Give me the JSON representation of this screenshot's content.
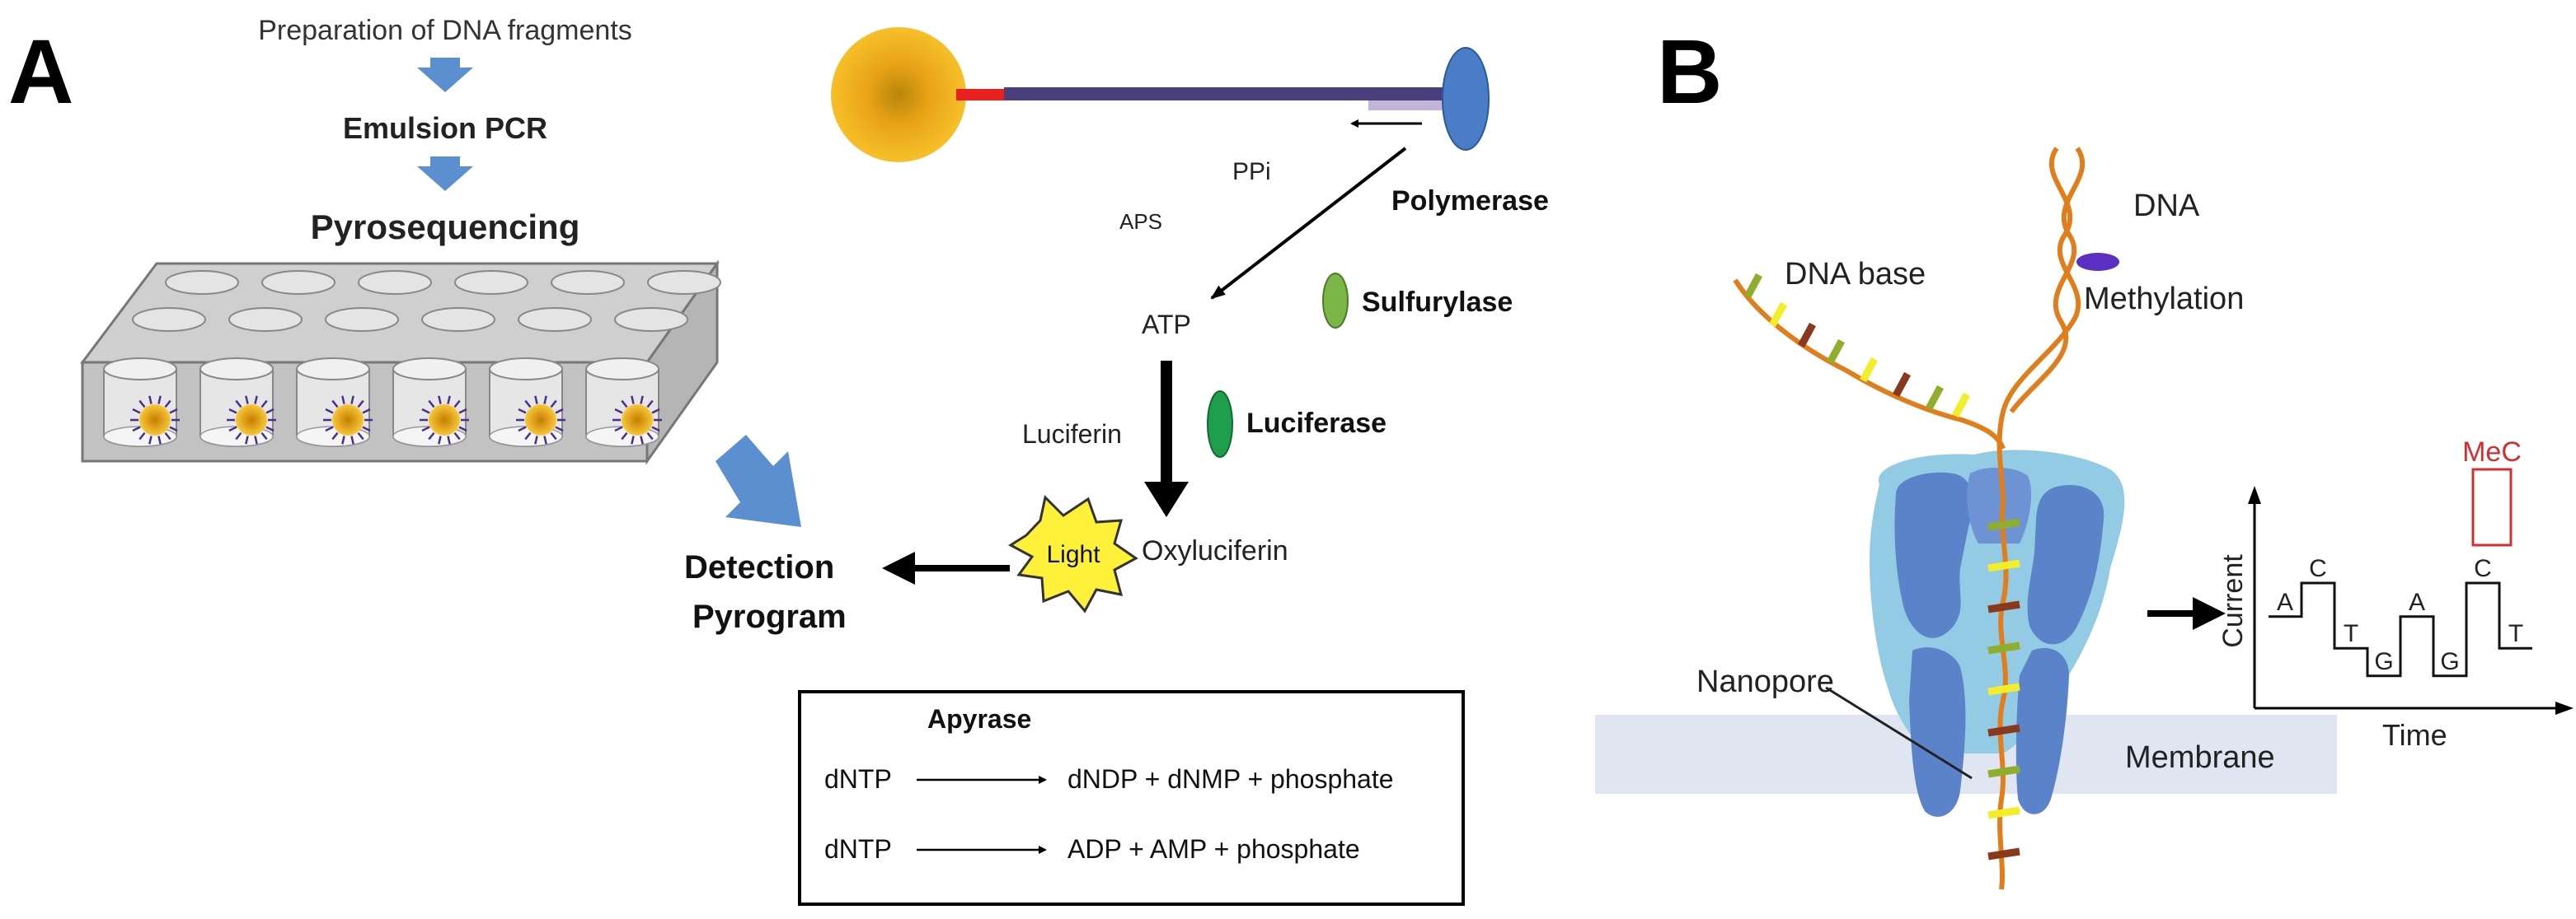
{
  "panel_a": {
    "label": "A",
    "steps": {
      "preparation": "Preparation of DNA fragments",
      "emulsion_pcr": "Emulsion PCR",
      "pyrosequencing": "Pyrosequencing"
    },
    "reaction": {
      "polymerase": "Polymerase",
      "ppi": "PPi",
      "aps": "APS",
      "atp": "ATP",
      "sulfurylase": "Sulfurylase",
      "luciferin": "Luciferin",
      "luciferase": "Luciferase",
      "oxyluciferin": "Oxyluciferin",
      "light": "Light",
      "detection": "Detection",
      "pyrogram": "Pyrogram"
    },
    "apyrase_box": {
      "title": "Apyrase",
      "row1_left": "dNTP",
      "row1_right": "dNDP + dNMP + phosphate",
      "row2_left": "dNTP",
      "row2_right": "ADP + AMP + phosphate"
    }
  },
  "panel_b": {
    "label": "B",
    "dna": "DNA",
    "dna_base": "DNA base",
    "methylation": "Methylation",
    "nanopore": "Nanopore",
    "membrane": "Membrane",
    "plot": {
      "ylabel": "Current",
      "xlabel": "Time",
      "levels": [
        "A",
        "C",
        "T",
        "G",
        "A",
        "G",
        "C",
        "T"
      ],
      "highlight": "MeC"
    }
  },
  "colors": {
    "arrow_blue": "#5b8fd0",
    "bead_gold": "#f2b21b",
    "polymerase_blue": "#4a7cc7",
    "sulfurylase_green": "#7ab648",
    "luciferase_green": "#1f9e4c",
    "light_yellow": "#fff13a",
    "strand_orange": "#e07e1c",
    "pore_light": "#8ec8e3",
    "pore_dark": "#5b83c9",
    "membrane": "#dfe6f1",
    "methylation_purple": "#5a2fc2",
    "highlight_red": "#d03030"
  }
}
